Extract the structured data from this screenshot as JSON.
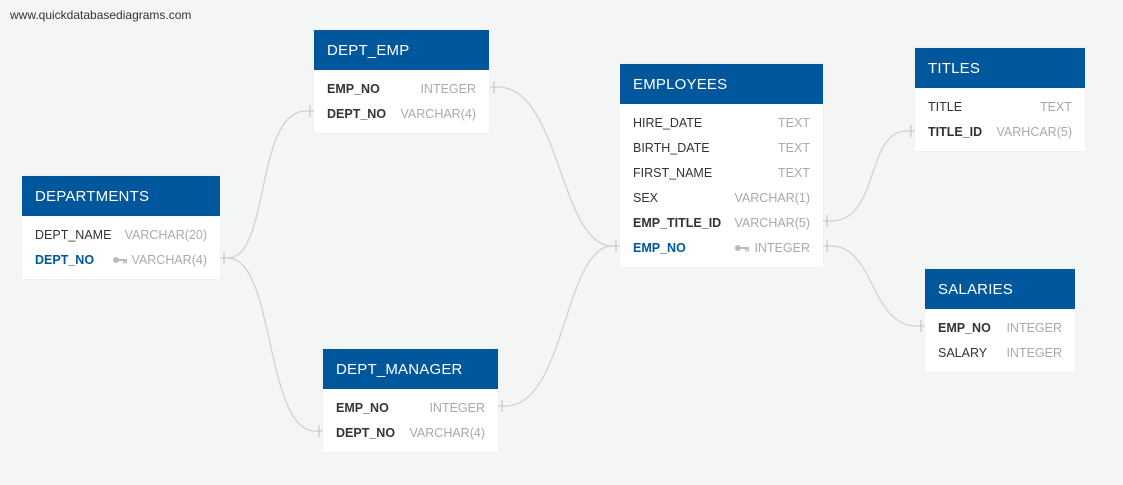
{
  "site": "www.quickdatabasediagrams.com",
  "colors": {
    "header": "#01579b",
    "key_text": "#01579b",
    "type_text": "#aaaaaa",
    "link": "#cfcfcf"
  },
  "tables": {
    "dept_emp": {
      "name": "DEPT_EMP",
      "fields": [
        {
          "name": "EMP_NO",
          "type": "INTEGER"
        },
        {
          "name": "DEPT_NO",
          "type": "VARCHAR(4)"
        }
      ]
    },
    "departments": {
      "name": "DEPARTMENTS",
      "fields": [
        {
          "name": "DEPT_NAME",
          "type": "VARCHAR(20)"
        },
        {
          "name": "DEPT_NO",
          "type": "VARCHAR(4)",
          "primary_key": true
        }
      ]
    },
    "dept_manager": {
      "name": "DEPT_MANAGER",
      "fields": [
        {
          "name": "EMP_NO",
          "type": "INTEGER"
        },
        {
          "name": "DEPT_NO",
          "type": "VARCHAR(4)"
        }
      ]
    },
    "employees": {
      "name": "EMPLOYEES",
      "fields": [
        {
          "name": "HIRE_DATE",
          "type": "TEXT"
        },
        {
          "name": "BIRTH_DATE",
          "type": "TEXT"
        },
        {
          "name": "FIRST_NAME",
          "type": "TEXT"
        },
        {
          "name": "SEX",
          "type": "VARCHAR(1)"
        },
        {
          "name": "EMP_TITLE_ID",
          "type": "VARCHAR(5)"
        },
        {
          "name": "EMP_NO",
          "type": "INTEGER",
          "primary_key": true
        }
      ]
    },
    "titles": {
      "name": "TITLES",
      "fields": [
        {
          "name": "TITLE",
          "type": "TEXT"
        },
        {
          "name": "TITLE_ID",
          "type": "VARHCAR(5)"
        }
      ]
    },
    "salaries": {
      "name": "SALARIES",
      "fields": [
        {
          "name": "EMP_NO",
          "type": "INTEGER"
        },
        {
          "name": "SALARY",
          "type": "INTEGER"
        }
      ]
    }
  },
  "relationships": [
    {
      "from": "DEPT_EMP.EMP_NO",
      "to": "EMPLOYEES.EMP_NO"
    },
    {
      "from": "DEPT_EMP.DEPT_NO",
      "to": "DEPARTMENTS.DEPT_NO"
    },
    {
      "from": "DEPT_MANAGER.DEPT_NO",
      "to": "DEPARTMENTS.DEPT_NO"
    },
    {
      "from": "DEPT_MANAGER.EMP_NO",
      "to": "EMPLOYEES.EMP_NO"
    },
    {
      "from": "EMPLOYEES.EMP_TITLE_ID",
      "to": "TITLES.TITLE_ID"
    },
    {
      "from": "SALARIES.EMP_NO",
      "to": "EMPLOYEES.EMP_NO"
    }
  ]
}
